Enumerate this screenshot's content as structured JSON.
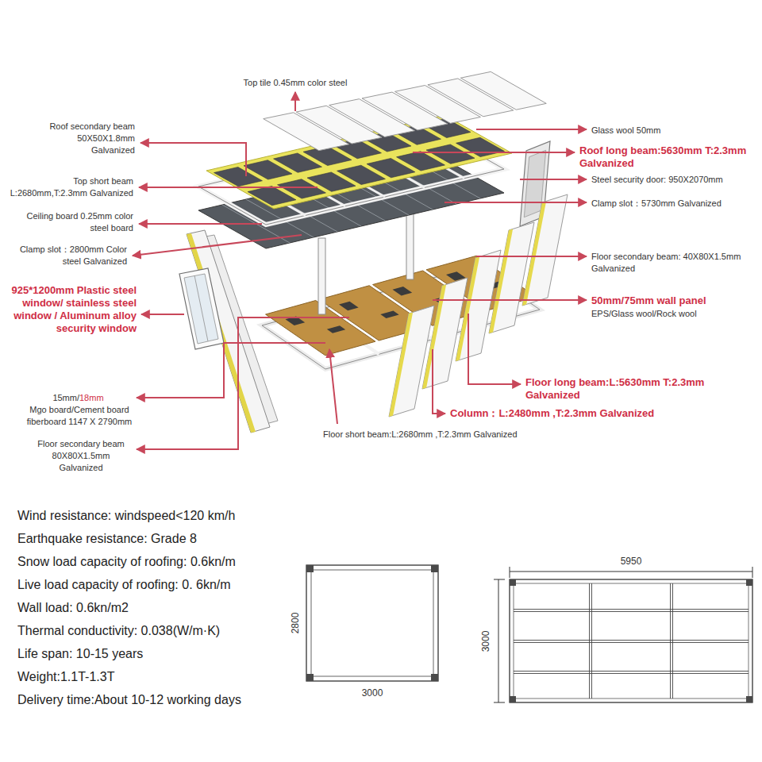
{
  "diagram": {
    "labels": [
      "Top tile 0.45mm color steel",
      "Roof secondary beam 50X50X1.8mm Galvanized",
      "Top short beam L:2680mm,T:2.3mm Galvanized",
      "Ceiling board 0.25mm color steel board",
      "Clamp slot：2800mm Color steel Galvanized",
      "925*1200mm Plastic steel window/ stainless steel window / Aluminum alloy security window",
      "15mm/",
      "18mm",
      "Mgo board/Cement board fiberboard 1147 X 2790mm",
      "Floor secondary beam 80X80X1.5mm Galvanized",
      "Glass wool 50mm",
      "Roof long beam:5630mm T:2.3mm Galvanized",
      "Steel security door: 950X2070mm",
      "Clamp slot：5730mm Galvanized",
      "Floor secondary beam: 40X80X1.5mm Galvanized",
      "50mm/75mm wall panel",
      "EPS/Glass wool/Rock wool",
      "Floor long beam:L:5630mm T:2.3mm Galvanized",
      "Column：L:2480mm ,T:2.3mm Galvanized",
      "Floor short beam:L:2680mm ,T:2.3mm Galvanized",
      "Wind resistance: windspeed<120 km/h",
      "Earthquake resistance: Grade 8",
      "Snow load capacity of roofing: 0.6kn/m",
      "Live load capacity of roofing: 0. 6kn/m",
      "Wall load: 0.6kn/m2",
      "Thermal conductivity: 0.038(W/m·K)",
      "Life span: 10-15 years",
      "Weight:1.1T-1.3T",
      "Delivery time:About 10-12 working days",
      "2800",
      "3000",
      "5950",
      "3000"
    ]
  }
}
